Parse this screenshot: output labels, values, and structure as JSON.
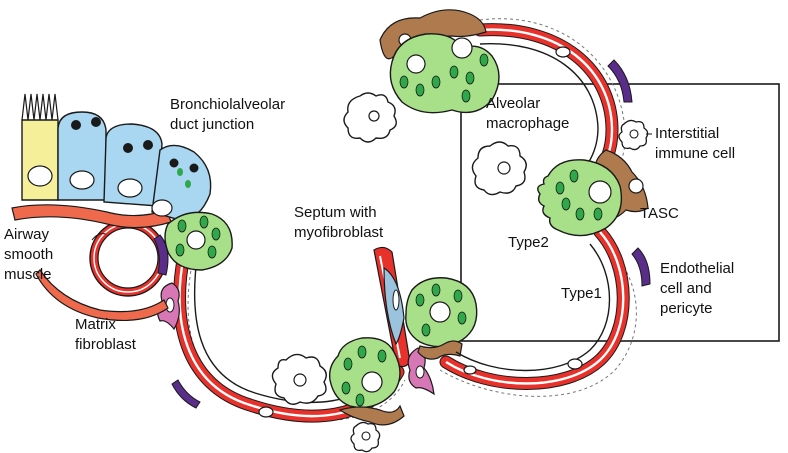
{
  "colors": {
    "vessel_red": "#e8312a",
    "vessel_stripe": "#ffffff",
    "wall_pink": "#f2a39b",
    "type2_green": "#a8e08a",
    "granule_green": "#2fa84a",
    "ciliated_yellow": "#f5ef9a",
    "club_blue": "#a9d6f0",
    "fibroblast_brown": "#b07a4f",
    "matrix_fibroblast_pink": "#d877b5",
    "endothelial_purple": "#5a2d8a",
    "myofibroblast_blue": "#9cc3de",
    "outline": "#1a1a1a"
  },
  "labels": {
    "airway_smooth_muscle": [
      "Airway",
      "smooth",
      "muscle"
    ],
    "bronchioalveolar_duct_junction": [
      "Bronchiolalveolar",
      "duct junction"
    ],
    "matrix_fibroblast": [
      "Matrix",
      "fibroblast"
    ],
    "septum_with_myofibroblast": [
      "Septum with",
      "myofibroblast"
    ],
    "alveolar_macrophage": [
      "Alveolar",
      "macrophage"
    ],
    "interstitial_immune_cell": [
      "Interstitial",
      "immune cell"
    ],
    "tasc": "TASC",
    "type2": "Type2",
    "type1": "Type1",
    "endothelial_cell_and_pericyte": [
      "Endothelial",
      "cell and",
      "pericyte"
    ]
  },
  "icons": [
    "ciliated-cell",
    "club-cell",
    "type2-cell",
    "alveolar-macrophage",
    "immune-cell",
    "fibroblast",
    "capillary",
    "endothelial-cell",
    "myofibroblast",
    "tasc-cell"
  ]
}
